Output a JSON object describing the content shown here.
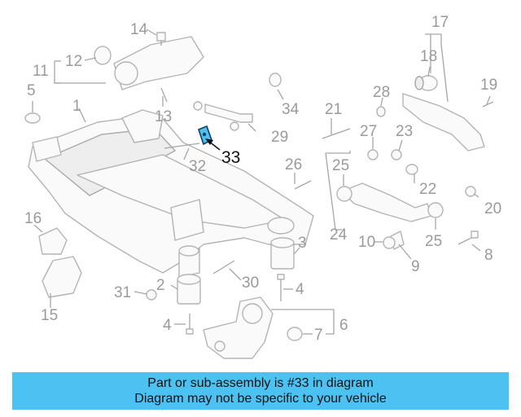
{
  "callouts": {
    "c1": "1",
    "c2": "2",
    "c3": "3",
    "c4a": "4",
    "c4b": "4",
    "c5": "5",
    "c6": "6",
    "c7": "7",
    "c8": "8",
    "c9": "9",
    "c10": "10",
    "c11": "11",
    "c12": "12",
    "c13": "13",
    "c14": "14",
    "c15": "15",
    "c16": "16",
    "c17": "17",
    "c18": "18",
    "c19": "19",
    "c20": "20",
    "c21": "21",
    "c22": "22",
    "c23": "23",
    "c24": "24",
    "c25a": "25",
    "c25b": "25",
    "c26": "26",
    "c27": "27",
    "c28": "28",
    "c29": "29",
    "c30": "30",
    "c31": "31",
    "c32": "32",
    "c33": "33",
    "c34": "34"
  },
  "highlight": {
    "part_number": "33",
    "color": "#4cc2f2"
  },
  "banner": {
    "line1": "Part or sub-assembly is #33 in diagram",
    "line2": "Diagram may not be specific to your vehicle",
    "color": "#4cc2f2"
  }
}
